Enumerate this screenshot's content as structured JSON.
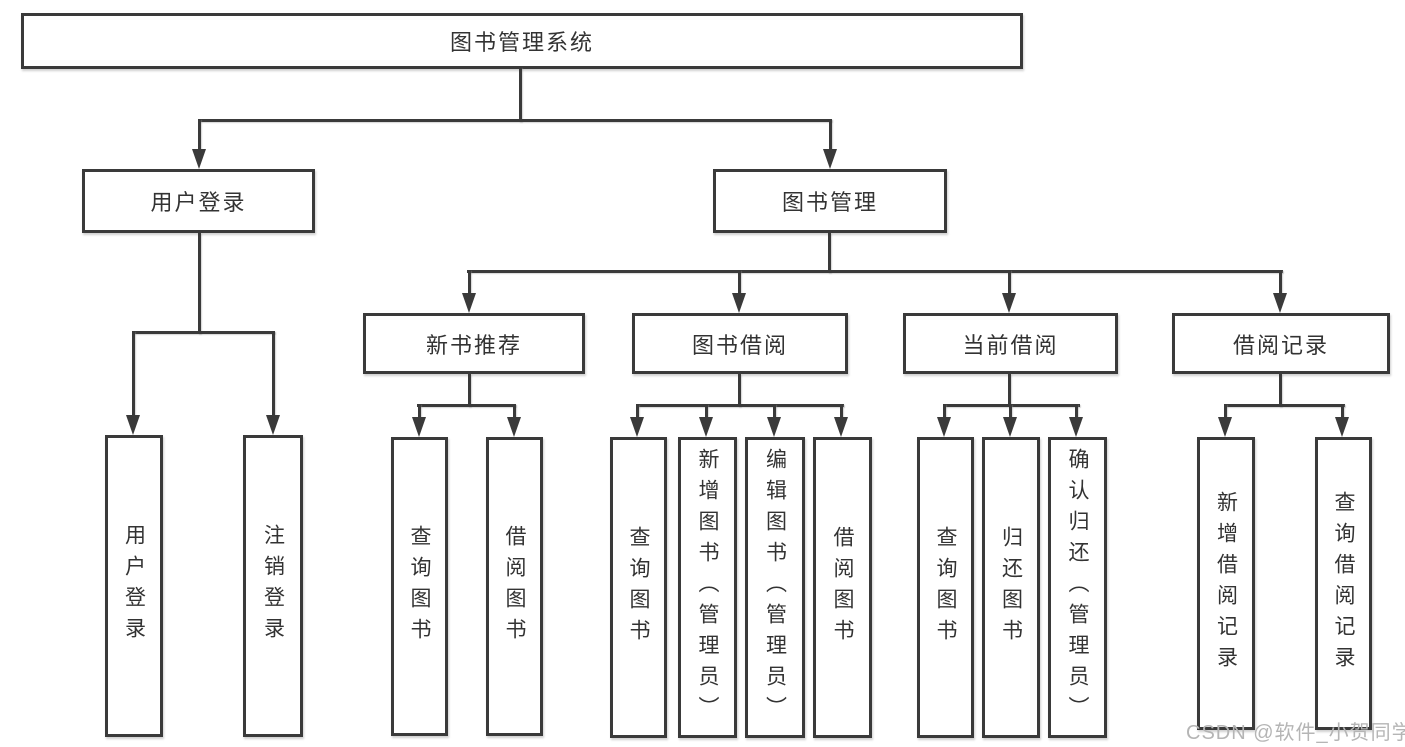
{
  "diagram": {
    "title": "图书管理系统",
    "colors": {
      "line": "#3a3a3a",
      "text": "#333333",
      "watermark": "#b5b5b5",
      "background": "#ffffff"
    },
    "watermark": "CSDN @软件_小贺同学",
    "tree": {
      "label": "图书管理系统",
      "children": [
        {
          "label": "用户登录",
          "children": [
            {
              "label": "用户登录"
            },
            {
              "label": "注销登录"
            }
          ]
        },
        {
          "label": "图书管理",
          "children": [
            {
              "label": "新书推荐",
              "children": [
                {
                  "label": "查询图书"
                },
                {
                  "label": "借阅图书"
                }
              ]
            },
            {
              "label": "图书借阅",
              "children": [
                {
                  "label": "查询图书"
                },
                {
                  "label": "新增图书（管理员）"
                },
                {
                  "label": "编辑图书（管理员）"
                },
                {
                  "label": "借阅图书"
                }
              ]
            },
            {
              "label": "当前借阅",
              "children": [
                {
                  "label": "查询图书"
                },
                {
                  "label": "归还图书"
                },
                {
                  "label": "确认归还（管理员）"
                }
              ]
            },
            {
              "label": "借阅记录",
              "children": [
                {
                  "label": "新增借阅记录"
                },
                {
                  "label": "查询借阅记录"
                }
              ]
            }
          ]
        }
      ]
    }
  }
}
